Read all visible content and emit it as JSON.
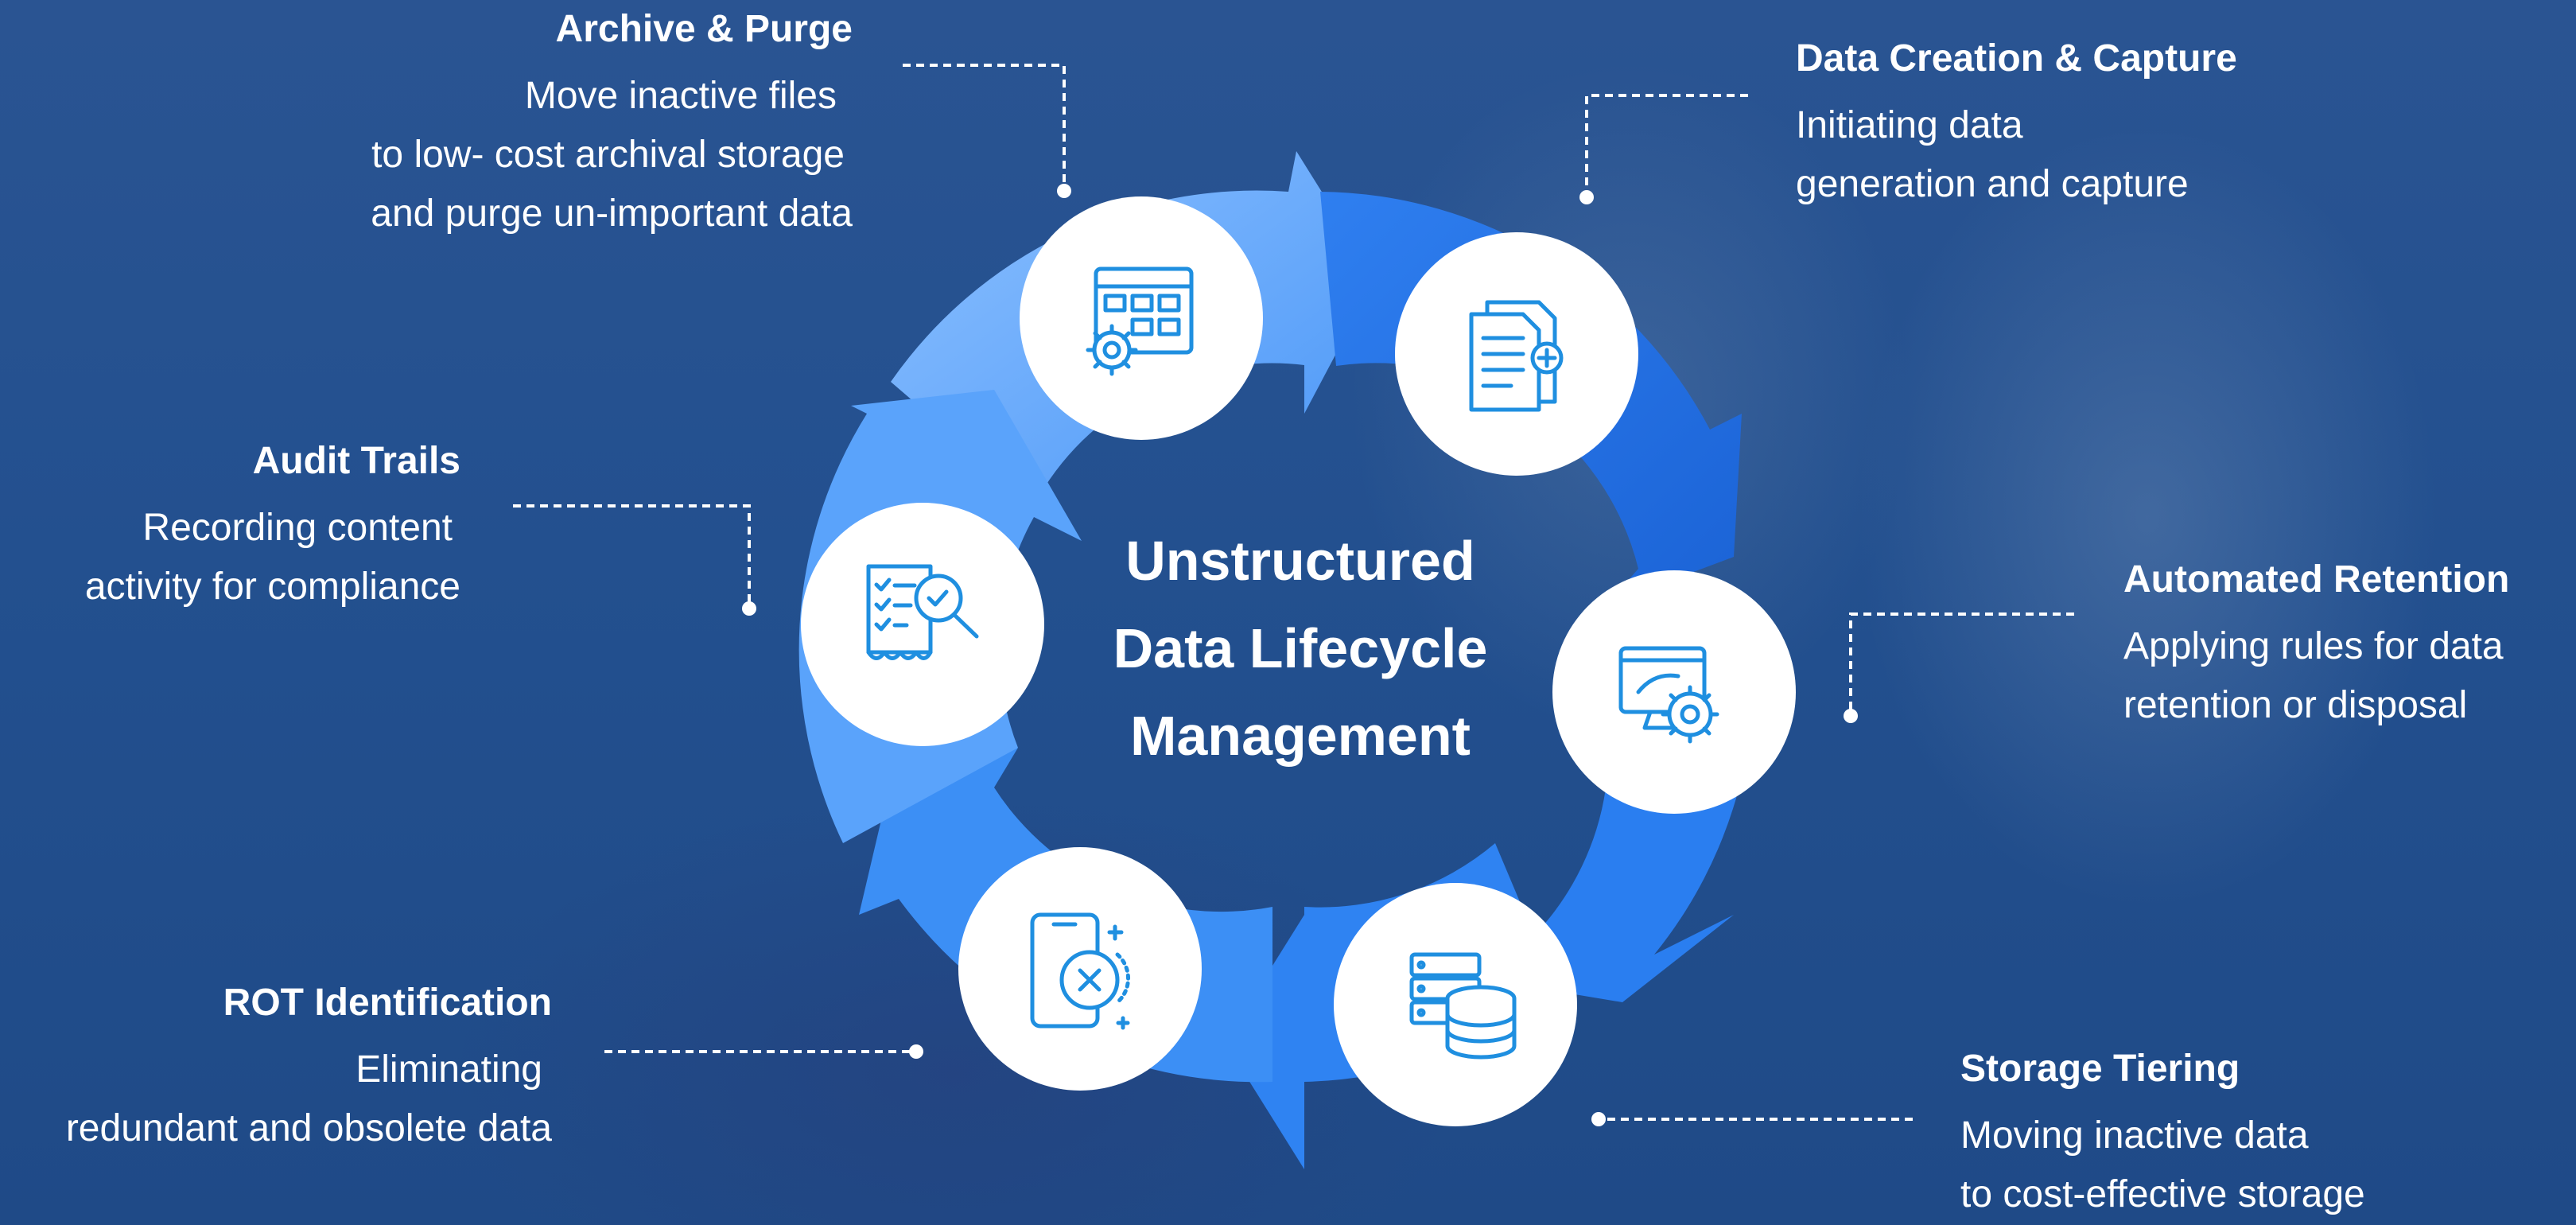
{
  "center_title": {
    "line1": "Unstructured",
    "line2": "Data Lifecycle",
    "line3": "Management"
  },
  "stages": [
    {
      "id": "archive",
      "title": "Archive & Purge",
      "lines": [
        "Move inactive files",
        "to low- cost archival storage",
        "and purge un-important data"
      ],
      "icon": "archive-settings-icon"
    },
    {
      "id": "creation",
      "title": "Data Creation & Capture",
      "lines": [
        "Initiating data",
        "generation and capture"
      ],
      "icon": "document-add-icon"
    },
    {
      "id": "audit",
      "title": "Audit Trails",
      "lines": [
        "Recording content",
        "activity for compliance"
      ],
      "icon": "audit-checklist-icon"
    },
    {
      "id": "retention",
      "title": "Automated Retention",
      "lines": [
        "Applying rules for data",
        "retention or disposal"
      ],
      "icon": "monitor-gear-icon"
    },
    {
      "id": "rot",
      "title": "ROT Identification",
      "lines": [
        "Eliminating",
        "redundant and obsolete data"
      ],
      "icon": "mobile-delete-icon"
    },
    {
      "id": "tiering",
      "title": "Storage Tiering",
      "lines": [
        "Moving inactive data",
        "to cost-effective storage"
      ],
      "icon": "server-database-icon"
    }
  ],
  "colors": {
    "background": "#1d4a86",
    "ring_light": "#6eaefc",
    "ring_mid": "#3d8cf7",
    "ring_dark": "#1f6fe0",
    "icon": "#1f8fe0",
    "text": "#ffffff"
  }
}
